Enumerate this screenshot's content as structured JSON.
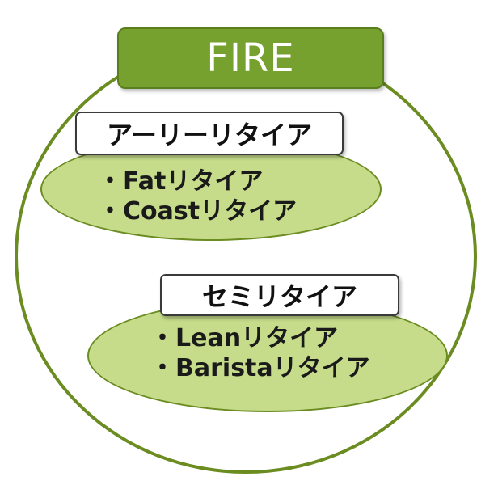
{
  "diagram": {
    "title": "FIRE",
    "groups": [
      {
        "label": "アーリーリタイア",
        "bullet": "・",
        "items": [
          "Fatリタイア",
          "Coastリタイア"
        ]
      },
      {
        "label": "セミリタイア",
        "bullet": "・",
        "items": [
          "Leanリタイア",
          "Baristaリタイア"
        ]
      }
    ]
  },
  "colors": {
    "outer_circle_stroke": "#6b8c21",
    "title_fill": "#77a12f",
    "ellipse_fill": "#c6dc8a",
    "label_fill": "#ffffff"
  }
}
